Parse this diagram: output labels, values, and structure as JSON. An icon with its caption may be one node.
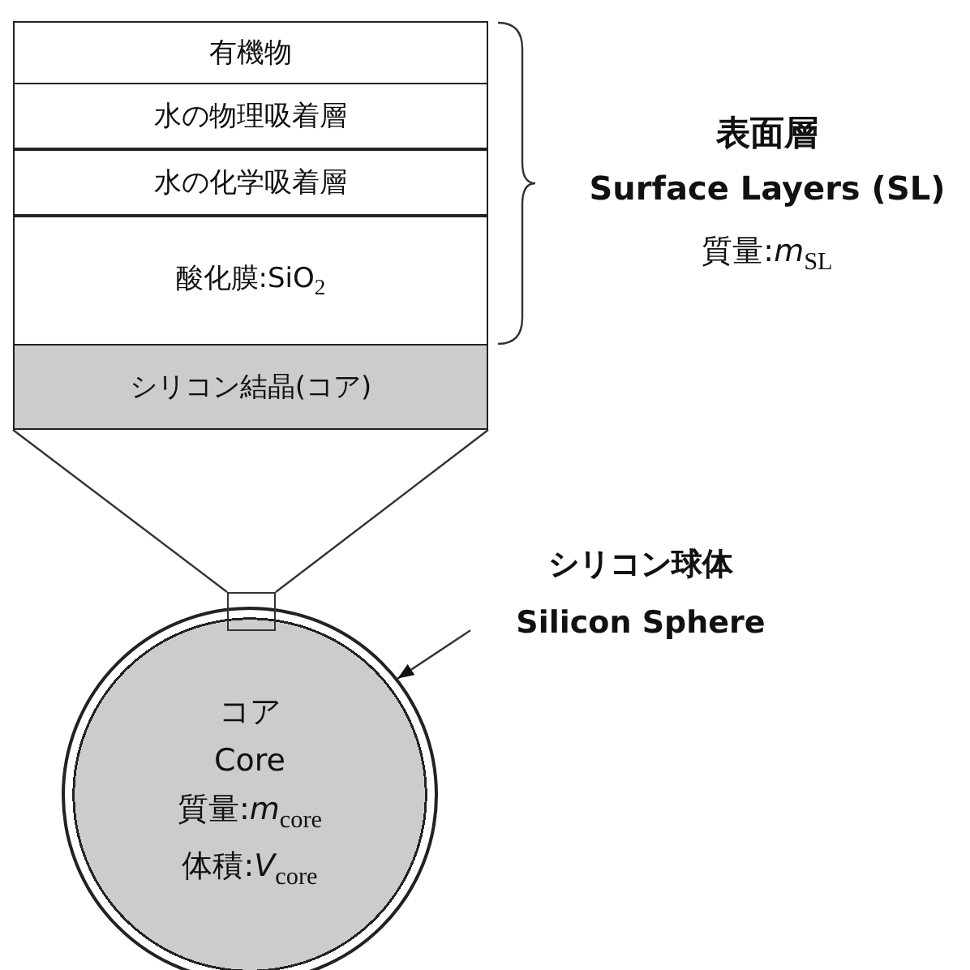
{
  "diagram": {
    "nodes": [
      {
        "text": [
          "有機物"
        ]
      },
      {
        "text": [
          "水の物理吸着層"
        ]
      },
      {
        "text": [
          "水の化学吸着層"
        ]
      },
      {
        "text": [
          "酸化膜:SiO$_{2}$"
        ]
      },
      {
        "text": [
          "シリコン結晶(コア)"
        ]
      },
      {
        "text": [],
        "shape": "circle"
      },
      {
        "text": [],
        "shape": "box"
      },
      {
        "text": [
          "コア",
          "Core",
          "質量:*m*$_{core}$",
          "体積:*V*$_{core}$"
        ],
        "in": 5
      },
      {
        "text": [
          "シリコン球体",
          "Silicon Sphere"
        ]
      }
    ],
    "edges": [
      {
        "from": 4,
        "to": 6,
        "arrow": "none"
      },
      {
        "from": 4,
        "to": 6,
        "arrow": "none"
      },
      {
        "from": 8,
        "to": 5,
        "arrow": "to"
      }
    ],
    "labels": [
      "表面層",
      "Surface Layers (SL)",
      "質量:*m*$_{SL}$"
    ]
  }
}
